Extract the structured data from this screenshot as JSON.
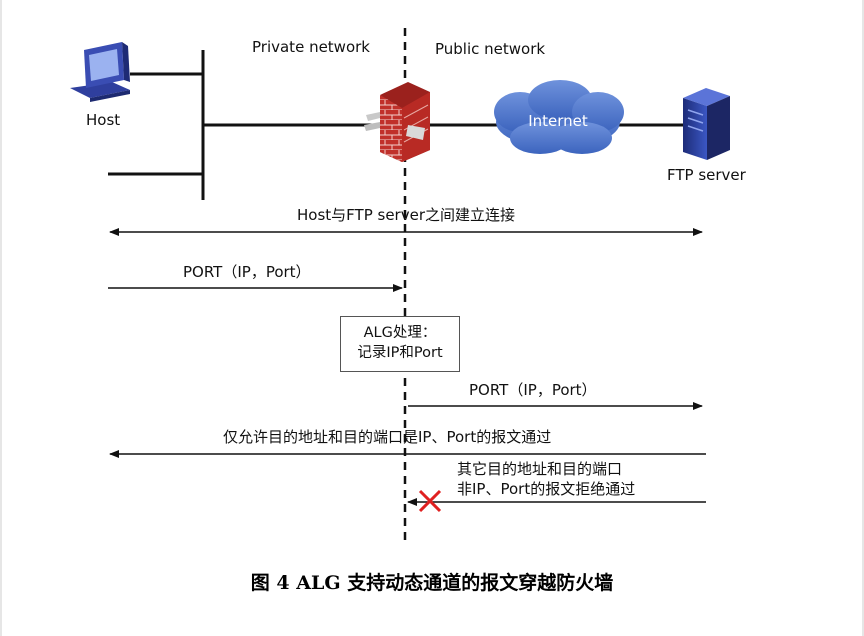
{
  "labels": {
    "private_network": "Private network",
    "public_network": "Public network",
    "host": "Host",
    "internet": "Internet",
    "ftp_server": "FTP server"
  },
  "messages": {
    "connect": "Host与FTP server之间建立连接",
    "port_private": "PORT（IP，Port）",
    "alg_line1": "ALG处理：",
    "alg_line2": "记录IP和Port",
    "port_public": "PORT（IP，Port）",
    "allowed": "仅允许目的地址和目的端口是IP、Port的报文通过",
    "denied_line1": "其它目的地址和目的端口",
    "denied_line2": "非IP、Port的报文拒绝通过"
  },
  "caption": "图 4 ALG 支持动态通道的报文穿越防火墙",
  "icons": {
    "host": "desktop-computer-icon",
    "firewall": "brick-firewall-icon",
    "internet": "cloud-icon",
    "server": "tower-server-icon",
    "blocked": "red-x-icon"
  },
  "colors": {
    "cloud": "#4a73c9",
    "firewall": "#c0302a",
    "blocked": "#e02020",
    "server": "#2b3f9c"
  }
}
